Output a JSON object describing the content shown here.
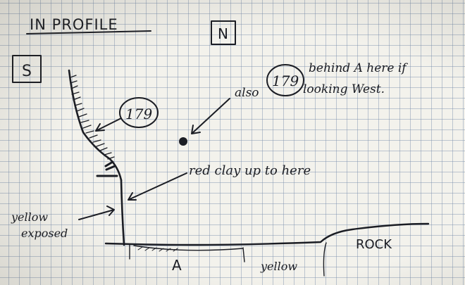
{
  "title": "IN PROFILE",
  "compass": {
    "south": "S",
    "north": "N"
  },
  "site_number": "179",
  "notes": {
    "also_prefix": "also",
    "behind_line1": "behind A here if",
    "behind_line2": "looking West.",
    "red_clay": "red clay up to here",
    "yellow_exposed_1": "yellow",
    "yellow_exposed_2": "exposed",
    "point_a": "A",
    "yellow_floor": "yellow",
    "rock": "ROCK"
  }
}
